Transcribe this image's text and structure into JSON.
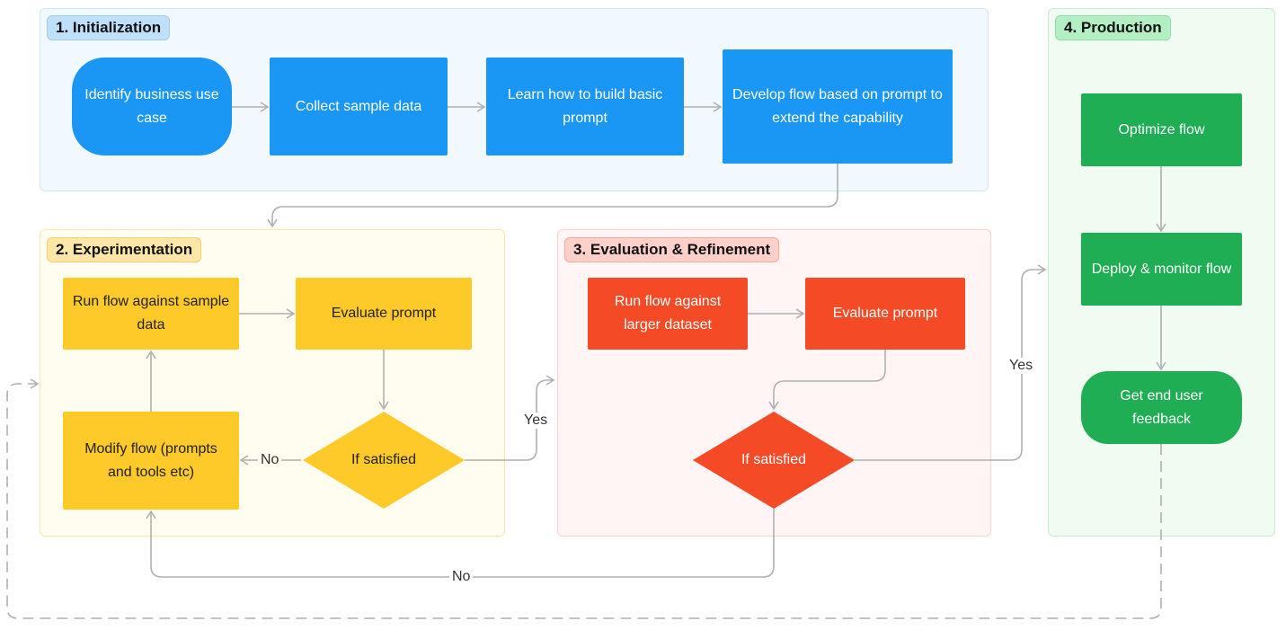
{
  "panels": {
    "initialization": "1. Initialization",
    "experimentation": "2. Experimentation",
    "evaluation": "3. Evaluation & Refinement",
    "production": "4. Production"
  },
  "nodes": {
    "identify": "Identify business use case",
    "collect": "Collect sample data",
    "learn": "Learn how to build basic prompt",
    "develop": "Develop flow based on prompt to extend the capability",
    "run_sample": "Run flow against sample data",
    "evaluate1": "Evaluate prompt",
    "modify": "Modify flow (prompts and tools etc)",
    "satisfied1": "If satisfied",
    "run_larger": "Run flow against larger dataset",
    "evaluate2": "Evaluate prompt",
    "satisfied2": "If satisfied",
    "optimize": "Optimize flow",
    "deploy": "Deploy & monitor flow",
    "feedback": "Get end user feedback"
  },
  "edges": {
    "no1": "No",
    "yes1": "Yes",
    "no2": "No",
    "yes2": "Yes"
  },
  "colors": {
    "initialization": "#1a96f5",
    "experimentation": "#fdca29",
    "evaluation": "#f44b26",
    "production": "#1fae53",
    "connector": "#b0b0b0"
  }
}
